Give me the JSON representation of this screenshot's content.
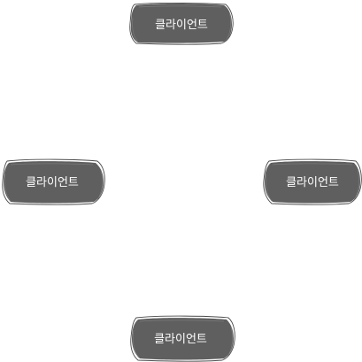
{
  "diagram": {
    "node_fill": "#5f5f5f",
    "node_text_color": "#ffffff",
    "nodes": [
      {
        "id": "top",
        "label": "클라이언트"
      },
      {
        "id": "left",
        "label": "클라이언트"
      },
      {
        "id": "right",
        "label": "클라이언트"
      },
      {
        "id": "bottom",
        "label": "클라이언트"
      }
    ]
  }
}
